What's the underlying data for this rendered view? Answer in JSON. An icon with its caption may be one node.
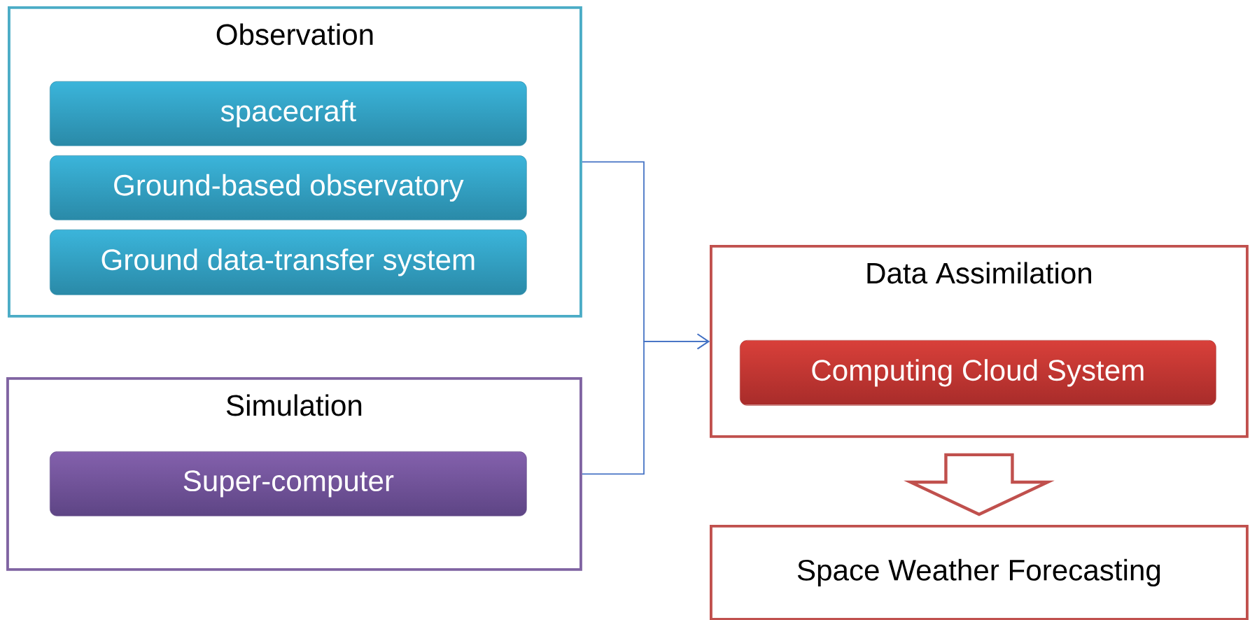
{
  "diagram": {
    "nodes": [
      {
        "text": [
          "Observation"
        ]
      },
      {
        "text": [
          "spacecraft"
        ],
        "in": 0
      },
      {
        "text": [
          "Ground-based observatory"
        ],
        "in": 0
      },
      {
        "text": [
          "Ground data-transfer system"
        ],
        "in": 0
      },
      {
        "text": [
          "Simulation"
        ]
      },
      {
        "text": [
          "Super-computer"
        ],
        "in": 4
      },
      {
        "text": [
          "Data Assimilation"
        ]
      },
      {
        "text": [
          "Computing Cloud System"
        ],
        "in": 6
      },
      {
        "text": [
          "Space Weather Forecasting"
        ]
      }
    ],
    "edges": [
      {
        "from": 0,
        "to": 6,
        "arrow": "to"
      },
      {
        "from": 4,
        "to": 6,
        "arrow": "to"
      },
      {
        "from": 6,
        "to": 8,
        "arrow": "to",
        "style": "thick",
        "color": "#c0504d"
      }
    ]
  }
}
